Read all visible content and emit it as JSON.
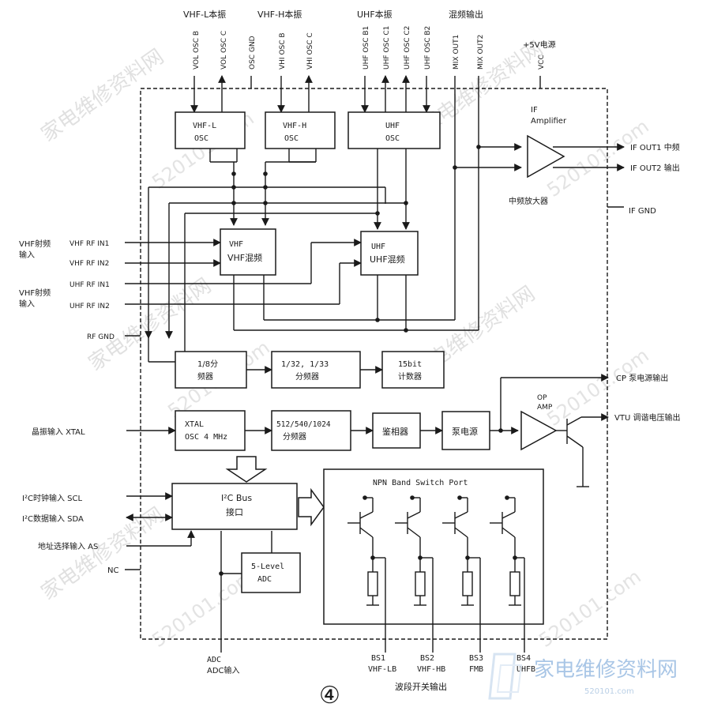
{
  "pins_top": {
    "group_vhf_l": "VHF-L本振",
    "group_vhf_h": "VHF-H本振",
    "group_uhf": "UHF本振",
    "group_mix": "混频输出",
    "vcc_label": "+5V电源",
    "pins": [
      "VOL OSC B",
      "VOL OSC C",
      "OSC GND",
      "VHI OSC B",
      "VHI OSC C",
      "UHF OSC B1",
      "UHF OSC C1",
      "UHF OSC C2",
      "UHF OSC B2",
      "MIX OUT1",
      "MIX OUT2",
      "VCC"
    ]
  },
  "blocks": {
    "vhf_l_osc": [
      "VHF-L",
      "OSC"
    ],
    "vhf_h_osc": [
      "VHF-H",
      "OSC"
    ],
    "uhf_osc": [
      "UHF",
      "OSC"
    ],
    "vhf_mixer": [
      "VHF",
      "VHF混频"
    ],
    "uhf_mixer": [
      "UHF",
      "UHF混频"
    ],
    "div8": [
      "1/8分",
      "频器"
    ],
    "div32": [
      "1/32,  1/33",
      "分频器"
    ],
    "counter": [
      "15bit",
      "计数器"
    ],
    "xtal": [
      "XTAL",
      "OSC 4 MHz"
    ],
    "div512": [
      "512/540/1024",
      "分频器"
    ],
    "phase_det": "鉴相器",
    "pump": "泵电源",
    "i2c": [
      "I²C Bus",
      "接口"
    ],
    "adc": [
      "5-Level",
      "ADC"
    ],
    "band_switch_title": "NPN Band Switch Port"
  },
  "if_amp": {
    "title": [
      "IF",
      "Amplifier"
    ],
    "caption": "中频放大器",
    "out1": "IF OUT1  中频",
    "out2": "IF OUT2  输出",
    "gnd": "IF GND"
  },
  "opamp": {
    "label": [
      "OP",
      "AMP"
    ]
  },
  "right_outputs": {
    "cp": "CP  泵电源输出",
    "vtu": "VTU  调谐电压输出"
  },
  "left_inputs": {
    "vhf_rf_group": [
      "VHF射频",
      "输入"
    ],
    "uhf_rf_group": [
      "VHF射频",
      "输入"
    ],
    "vhf_rf_in1": "VHF  RF  IN1",
    "vhf_rf_in2": "VHF  RF  IN2",
    "uhf_rf_in1": "UHF  RF  IN1",
    "uhf_rf_in2": "UHF  RF  IN2",
    "rf_gnd": "RF GND",
    "xtal_in": "晶振输入 XTAL",
    "scl": "I²C时钟输入 SCL",
    "sda": "I²C数据输入 SDA",
    "as": "地址选择输入 AS",
    "nc": "NC"
  },
  "bottom": {
    "adc_pin": [
      "ADC",
      "ADC输入"
    ],
    "bs1": [
      "BS1",
      "VHF-LB"
    ],
    "bs2": [
      "BS2",
      "VHF-HB"
    ],
    "bs3": [
      "BS3",
      "FMB"
    ],
    "bs4": [
      "BS4",
      "UHFB"
    ],
    "band_out": "波段开关输出",
    "figure_no": "④"
  },
  "watermarks": {
    "cn": "家电维修资料网",
    "num": "520101.com",
    "logo_num": "520101.com"
  }
}
